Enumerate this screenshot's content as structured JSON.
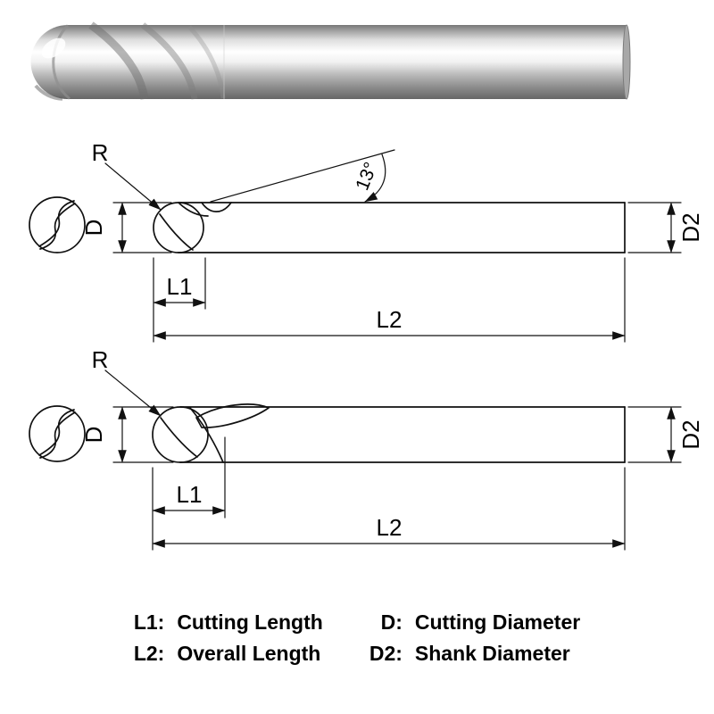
{
  "labels": {
    "radius": "R",
    "angle": "13°",
    "cutting_diameter": "D",
    "shank_diameter": "D2",
    "cutting_length": "L1",
    "overall_length": "L2"
  },
  "legend": {
    "l1_key": "L1:",
    "l1_value": "Cutting Length",
    "l2_key": "L2:",
    "l2_value": "Overall Length",
    "d_key": "D:",
    "d_value": "Cutting Diameter",
    "d2_key": "D2:",
    "d2_value": "Shank Diameter"
  },
  "colors": {
    "line": "#111111",
    "background": "#ffffff",
    "metal_highlight": "#ffffff",
    "metal_shadow": "#666666"
  }
}
